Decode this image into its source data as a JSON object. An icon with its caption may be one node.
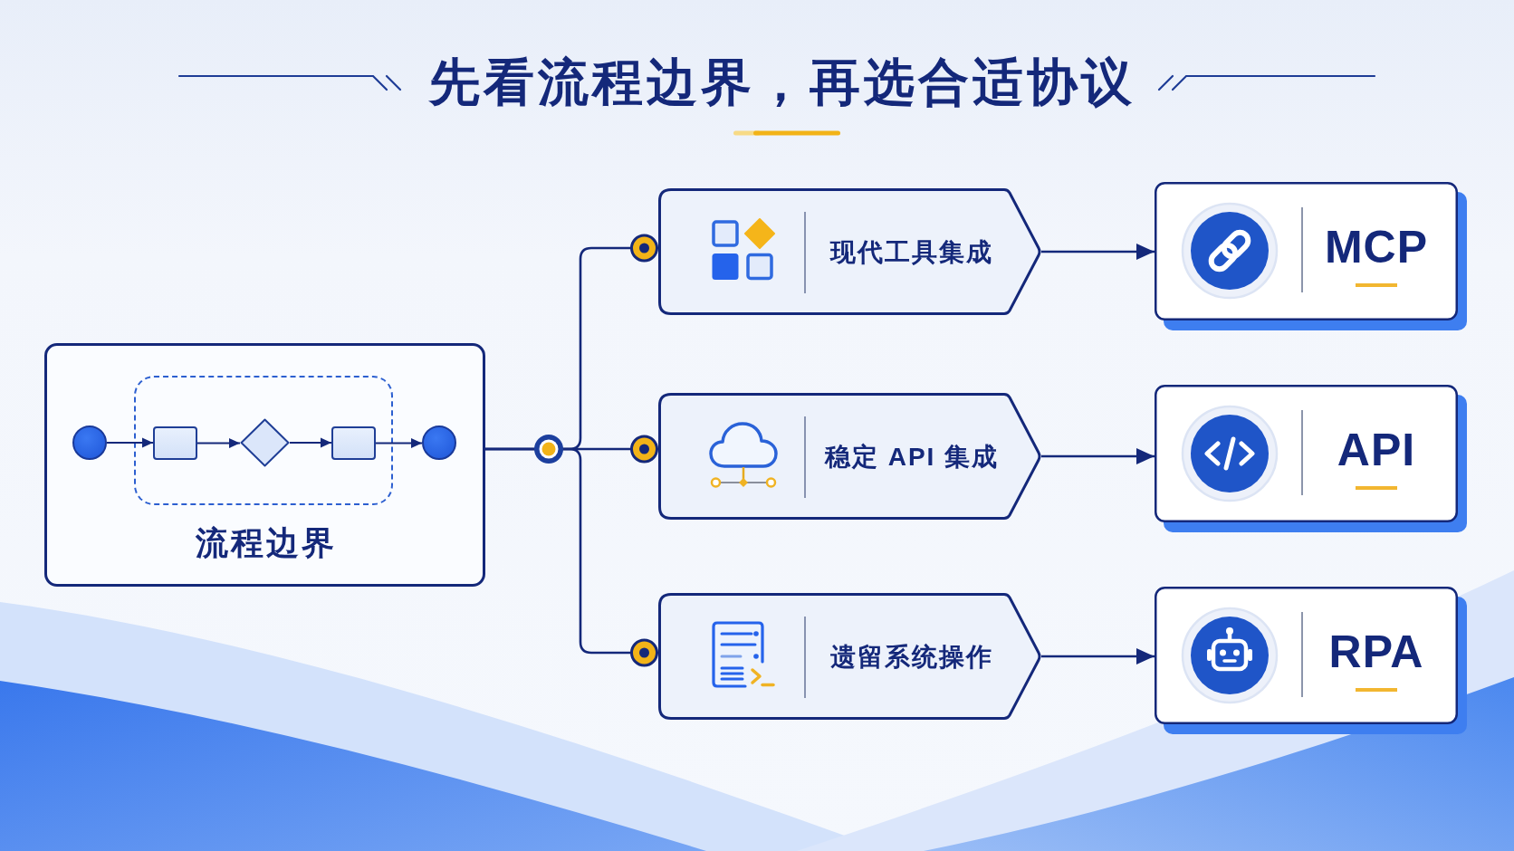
{
  "diagram": {
    "title": "先看流程边界，再选合适协议",
    "nodes": [
      {
        "text": [
          "流程边界"
        ]
      },
      {
        "text": [],
        "shape": "circle",
        "in": 0
      },
      {
        "text": [],
        "shape": "box",
        "in": 0
      },
      {
        "text": [],
        "shape": "box",
        "in": 2
      },
      {
        "text": [],
        "shape": "diamond",
        "in": 2
      },
      {
        "text": [],
        "shape": "box",
        "in": 2
      },
      {
        "text": [],
        "shape": "circle",
        "in": 0
      },
      {
        "text": [
          "现代工具集成"
        ]
      },
      {
        "text": [
          "稳定 API 集成"
        ]
      },
      {
        "text": [
          "遗留系统操作"
        ]
      },
      {
        "text": [
          "MCP"
        ]
      },
      {
        "text": [
          "API"
        ]
      },
      {
        "text": [
          "RPA"
        ]
      }
    ],
    "edges": [
      {
        "from": 1,
        "to": 3,
        "arrow": "to"
      },
      {
        "from": 3,
        "to": 4,
        "arrow": "to"
      },
      {
        "from": 4,
        "to": 5,
        "arrow": "to"
      },
      {
        "from": 5,
        "to": 6,
        "arrow": "to"
      },
      {
        "from": 0,
        "to": 7,
        "arrow": "other"
      },
      {
        "from": 0,
        "to": 8,
        "arrow": "other"
      },
      {
        "from": 0,
        "to": 9,
        "arrow": "other"
      },
      {
        "from": 7,
        "to": 10,
        "arrow": "to"
      },
      {
        "from": 8,
        "to": 11,
        "arrow": "to"
      },
      {
        "from": 9,
        "to": 12,
        "arrow": "to"
      }
    ]
  }
}
